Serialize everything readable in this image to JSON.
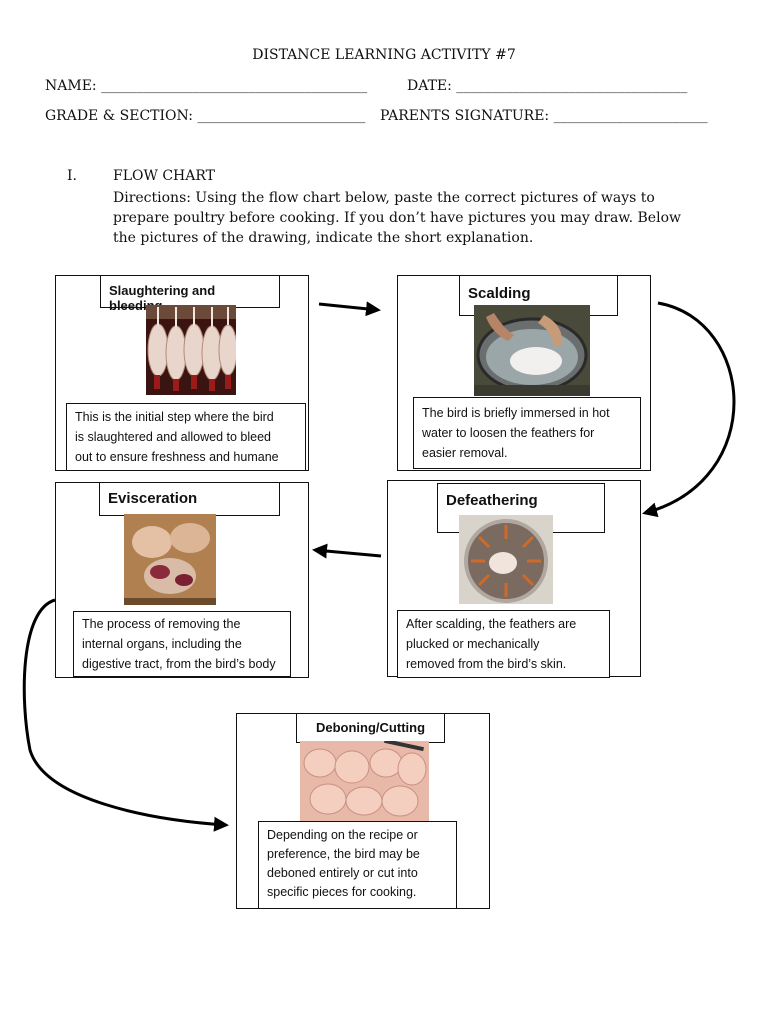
{
  "header": {
    "title": "DISTANCE LEARNING ACTIVITY #7",
    "name_label": "NAME:",
    "name_blank": "______________________________________",
    "date_label": "DATE:",
    "date_blank": "_________________________________",
    "grade_label": "GRADE & SECTION:",
    "grade_blank": "________________________",
    "parent_label": "PARENTS SIGNATURE:",
    "parent_blank": "______________________"
  },
  "section": {
    "numeral": "I.",
    "heading": "FLOW CHART",
    "directions_1": "Directions: Using the flow chart below, paste the correct pictures of ways to",
    "directions_2": "prepare poultry before cooking. If you don’t have pictures you may draw. Below",
    "directions_3": "the pictures of the drawing, indicate the short explanation."
  },
  "steps": [
    {
      "title": "Slaughtering and bleeding",
      "image": "hanging-chickens-photo",
      "desc": [
        "This is the initial step where the bird",
        "is slaughtered and allowed to bleed",
        "out to ensure freshness and humane"
      ]
    },
    {
      "title": "Scalding",
      "image": "scalding-pot-photo",
      "desc": [
        "The bird is briefly immersed in hot",
        "water to loosen the feathers for",
        "easier removal."
      ]
    },
    {
      "title": "Defeathering",
      "image": "plucker-machine-photo",
      "desc": [
        "After scalding, the feathers are",
        "plucked or mechanically",
        "removed from the bird’s skin."
      ]
    },
    {
      "title": "Evisceration",
      "image": "removing-organs-photo",
      "desc": [
        "The process of removing the",
        "internal organs, including the",
        "digestive tract, from the bird’s body"
      ]
    },
    {
      "title": "Deboning/Cutting",
      "image": "cut-chicken-pieces-photo",
      "desc": [
        "Depending on the recipe or",
        "preference, the bird may be",
        "deboned entirely or cut into",
        "specific pieces for cooking."
      ]
    }
  ]
}
